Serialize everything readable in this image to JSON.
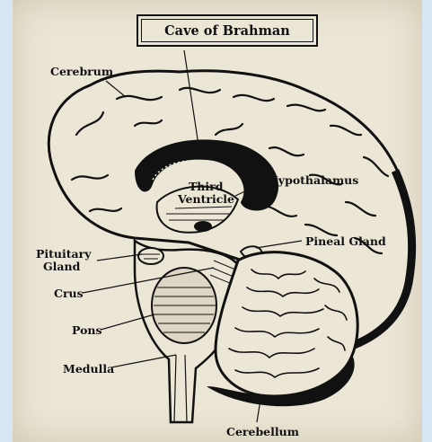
{
  "title": "Cave of Brahman",
  "labels": {
    "cerebrum": "Cerebrum",
    "third_ventricle_line1": "Third",
    "third_ventricle_line2": "Ventricle",
    "hypothalamus": "Hypothalamus",
    "pineal_gland": "Pineal Gland",
    "pituitary_line1": "Pituitary",
    "pituitary_line2": "Gland",
    "crus": "Crus",
    "pons": "Pons",
    "medulla": "Medulla",
    "cerebellum": "Cerebellum"
  }
}
